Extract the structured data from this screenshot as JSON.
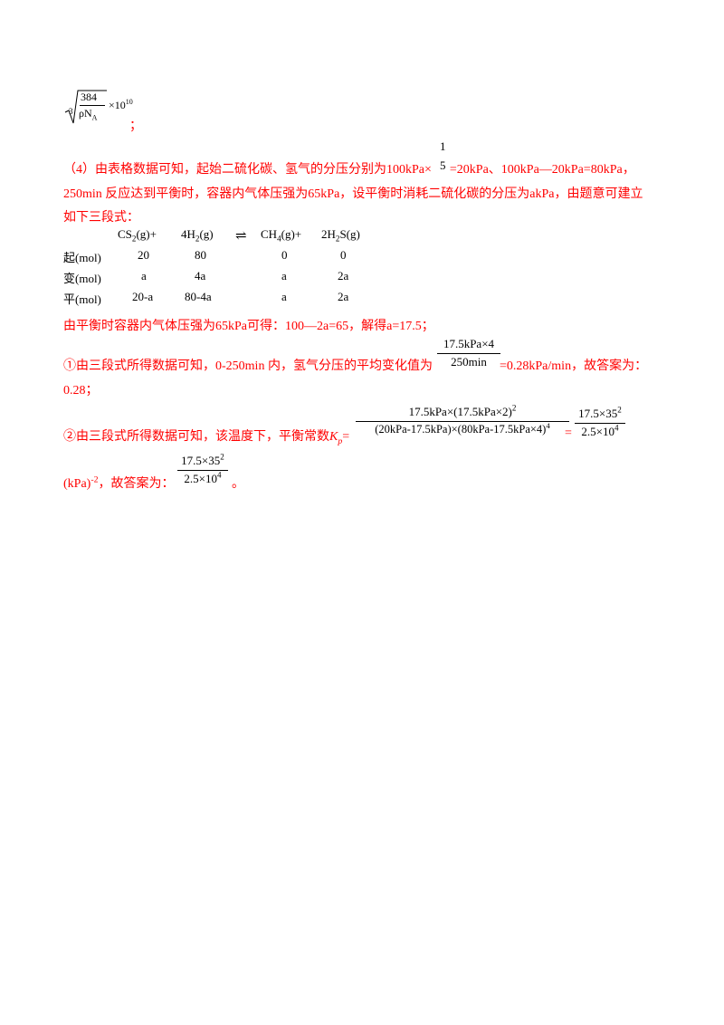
{
  "cube_root": {
    "index": "3",
    "numerator": "384",
    "denominator_rho": "ρ",
    "denominator_n": "N",
    "denominator_sub": "A",
    "times": "×10",
    "exp": "10",
    "semicolon": "；"
  },
  "p4": {
    "line1_a": "（4）由表格数据可知，起始二硫化碳、氢气的分压分别为100kPa×",
    "frac_num": "1",
    "frac_den": "5",
    "line1_b": "=20kPa、100kPa—20kPa=80kPa，",
    "line2": "250min 反应达到平衡时，容器内气体压强为65kPa，设平衡时消耗二硫化碳的分压为akPa，由题意可建立",
    "line3": "如下三段式："
  },
  "reaction": {
    "cs2": "CS",
    "cs2_sub": "2",
    "g1": "(g)+",
    "h2": "4H",
    "h2_sub": "2",
    "g2": "(g)",
    "arrow": "⇌",
    "ch4": "CH",
    "ch4_sub": "4",
    "g3": "(g)+",
    "h2s": "2H",
    "h2s_sub": "2",
    "h2s_s": "S",
    "g4": "(g)"
  },
  "table": {
    "rows": [
      {
        "label": "起(mol)",
        "c1": "20",
        "c2": "80",
        "c3": "0",
        "c4": "0"
      },
      {
        "label": "变(mol)",
        "c1": "a",
        "c2": "4a",
        "c3": "a",
        "c4": "2a"
      },
      {
        "label": "平(mol)",
        "c1": "20-a",
        "c2": "80-4a",
        "c3": "a",
        "c4": "2a"
      }
    ]
  },
  "balance_line": "由平衡时容器内气体压强为65kPa可得：100—2a=65，解得a=17.5；",
  "q1": {
    "text_a": "①由三段式所得数据可知，0-250min 内，氢气分压的平均变化值为",
    "frac_num": "17.5kPa×4",
    "frac_den": "250min",
    "text_b": "=0.28kPa/min，故答案为：",
    "line2": "0.28；"
  },
  "q2": {
    "text_a": "②由三段式所得数据可知，该温度下，平衡常数",
    "kp": "K",
    "kp_sub": "p",
    "eq": "=",
    "big_num": "17.5kPa×(17.5kPa×2)",
    "big_num_exp": "2",
    "big_den": "(20kPa-17.5kPa)×(80kPa-17.5kPa×4)",
    "big_den_exp": "4",
    "eq2": "=",
    "small_num": "17.5×35",
    "small_num_exp": "2",
    "small_den": "2.5×10",
    "small_den_exp": "4",
    "ans_num": "17.5×35",
    "ans_num_exp": "2",
    "ans_den": "2.5×10",
    "ans_den_exp": "4",
    "unit": "(kPa)",
    "unit_exp": "-2",
    "answer_lead": "，故答案为：",
    "period": "。"
  }
}
